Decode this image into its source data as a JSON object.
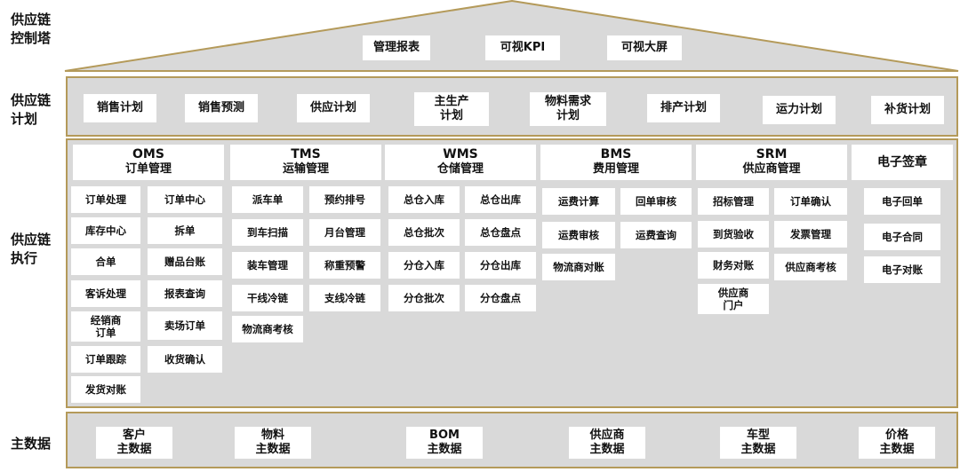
{
  "rows": {
    "control_tower": "供应链\n控制塔",
    "planning": "供应链\n计划",
    "execution": "供应链\n执行",
    "master_data": "主数据"
  },
  "control_tower_items": [
    "管理报表",
    "可视KPI",
    "可视大屏"
  ],
  "planning_items": [
    "销售计划",
    "销售预测",
    "供应计划",
    "主生产\n计划",
    "物料需求\n计划",
    "排产计划",
    "运力计划",
    "补货计划"
  ],
  "modules": {
    "oms": {
      "code": "OMS",
      "name": "订单管理",
      "items": [
        "订单处理",
        "订单中心",
        "库存中心",
        "拆单",
        "合单",
        "赠品台账",
        "客诉处理",
        "报表查询",
        "经销商\n订单",
        "卖场订单",
        "订单跟踪",
        "收货确认",
        "发货对账"
      ]
    },
    "tms": {
      "code": "TMS",
      "name": "运输管理",
      "items": [
        "派车单",
        "预约排号",
        "到车扫描",
        "月台管理",
        "装车管理",
        "称重预警",
        "干线冷链",
        "支线冷链",
        "物流商考核"
      ]
    },
    "wms": {
      "code": "WMS",
      "name": "仓储管理",
      "items": [
        "总仓入库",
        "总仓出库",
        "总仓批次",
        "总仓盘点",
        "分仓入库",
        "分仓出库",
        "分仓批次",
        "分仓盘点"
      ]
    },
    "bms": {
      "code": "BMS",
      "name": "费用管理",
      "items": [
        "运费计算",
        "回单审核",
        "运费审核",
        "运费查询",
        "物流商对账"
      ]
    },
    "srm": {
      "code": "SRM",
      "name": "供应商管理",
      "items": [
        "招标管理",
        "订单确认",
        "到货验收",
        "发票管理",
        "财务对账",
        "供应商考核",
        "供应商\n门户"
      ]
    },
    "esign": {
      "name": "电子签章",
      "items": [
        "电子回单",
        "电子合同",
        "电子对账"
      ]
    }
  },
  "master_data_items": [
    "客户\n主数据",
    "物料\n主数据",
    "BOM\n主数据",
    "供应商\n主数据",
    "车型\n主数据",
    "价格\n主数据"
  ],
  "colors": {
    "band_fill": "#d9d9d9",
    "band_border": "#b49a5a",
    "box_fill": "#ffffff"
  }
}
